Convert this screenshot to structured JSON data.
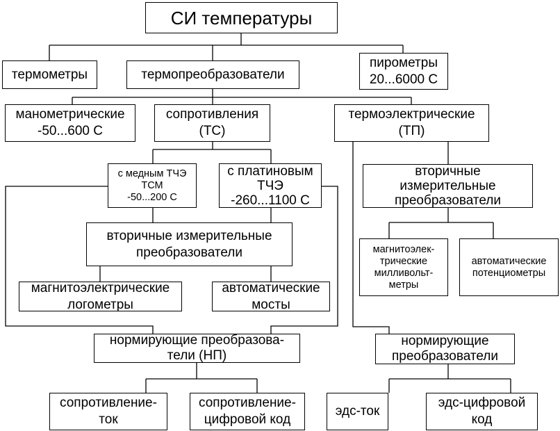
{
  "title": "СИ температуры",
  "nodes": {
    "thermometers": "термометры",
    "thermo_converters": "термопреобразователи",
    "pyrometers": "пирометры\n20...6000 С",
    "manometric": "манометрические\n-50...600 С",
    "resistance": "сопротивления\n(ТС)",
    "thermoelectric": "термоэлектрические\n(ТП)",
    "copper": "с медным ТЧЭ\nТСМ\n-50...200 С",
    "platinum": "с платиновым\nТЧЭ\n-260...1100 С",
    "secondary_right": "вторичные\nизмерительные\nпреобразователи",
    "secondary_left": "вторичные измерительные\nпреобразователи",
    "magneto_logometers": "магнитоэлектрические\nлогометры",
    "auto_bridges": "автоматические\nмосты",
    "magneto_millivolt": "магнитоэлек-\nтрические\nмилливольт-\nметры",
    "auto_potentiometers": "автоматические\nпотенциометры",
    "normalizing_left": "нормирующие преобразова-\nтели (НП)",
    "normalizing_right": "нормирующие\nпреобразователи",
    "res_current": "сопротивление-\nток",
    "res_digital": "сопротивление-\nцифровой код",
    "emf_current": "эдс-ток",
    "emf_digital": "эдс-цифровой\nкод"
  }
}
